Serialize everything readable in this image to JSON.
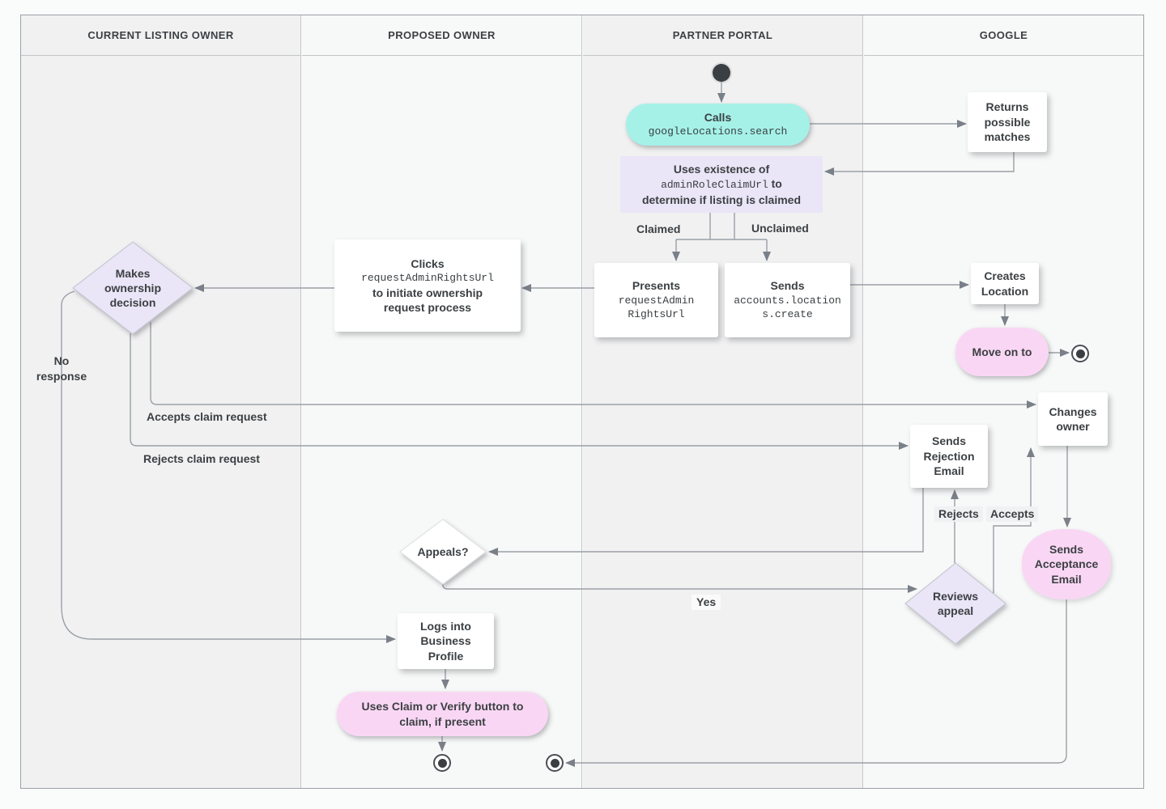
{
  "diagram": {
    "lanes": [
      {
        "label": "CURRENT LISTING OWNER"
      },
      {
        "label": "PROPOSED OWNER"
      },
      {
        "label": "PARTNER PORTAL"
      },
      {
        "label": "GOOGLE"
      }
    ]
  },
  "nodes": {
    "calls": {
      "title": "Calls",
      "code": "googleLocations.search"
    },
    "returns_matches": {
      "label": "Returns possible matches"
    },
    "uses_existence": {
      "line1": "Uses existence of",
      "code": "adminRoleClaimUrl",
      "after_code": "to",
      "line3": "determine if listing is claimed"
    },
    "presents": {
      "title": "Presents",
      "code": "requestAdminRightsUrl"
    },
    "sends_create": {
      "title": "Sends",
      "code": "accounts.locations.create"
    },
    "creates_location": {
      "label": "Creates Location"
    },
    "move_on": {
      "label": "Move on to"
    },
    "clicks_request": {
      "title": "Clicks",
      "code": "requestAdminRightsUrl",
      "desc": "to initiate ownership request process"
    },
    "makes_decision": {
      "label": "Makes ownership decision"
    },
    "sends_rejection": {
      "label": "Sends Rejection Email"
    },
    "changes_owner": {
      "label": "Changes owner"
    },
    "appeals": {
      "label": "Appeals?"
    },
    "reviews_appeal": {
      "label": "Reviews appeal"
    },
    "sends_acceptance": {
      "label": "Sends Acceptance Email"
    },
    "logs_in": {
      "label": "Logs into Business Profile"
    },
    "claim_verify": {
      "label": "Uses Claim or Verify button to claim, if present"
    }
  },
  "edge_labels": {
    "claimed": "Claimed",
    "unclaimed": "Unclaimed",
    "accepts_claim": "Accepts claim request",
    "rejects_claim": "Rejects claim request",
    "no_response": "No response",
    "yes": "Yes",
    "rejects": "Rejects",
    "accepts": "Accepts"
  },
  "colors": {
    "api_call": "#a5f1e8",
    "logic": "#eae5f7",
    "terminal_action": "#f9d7f4",
    "node": "#ffffff",
    "line": "#9aa0a6",
    "arrow": "#7a8088",
    "text": "#3c4043"
  }
}
